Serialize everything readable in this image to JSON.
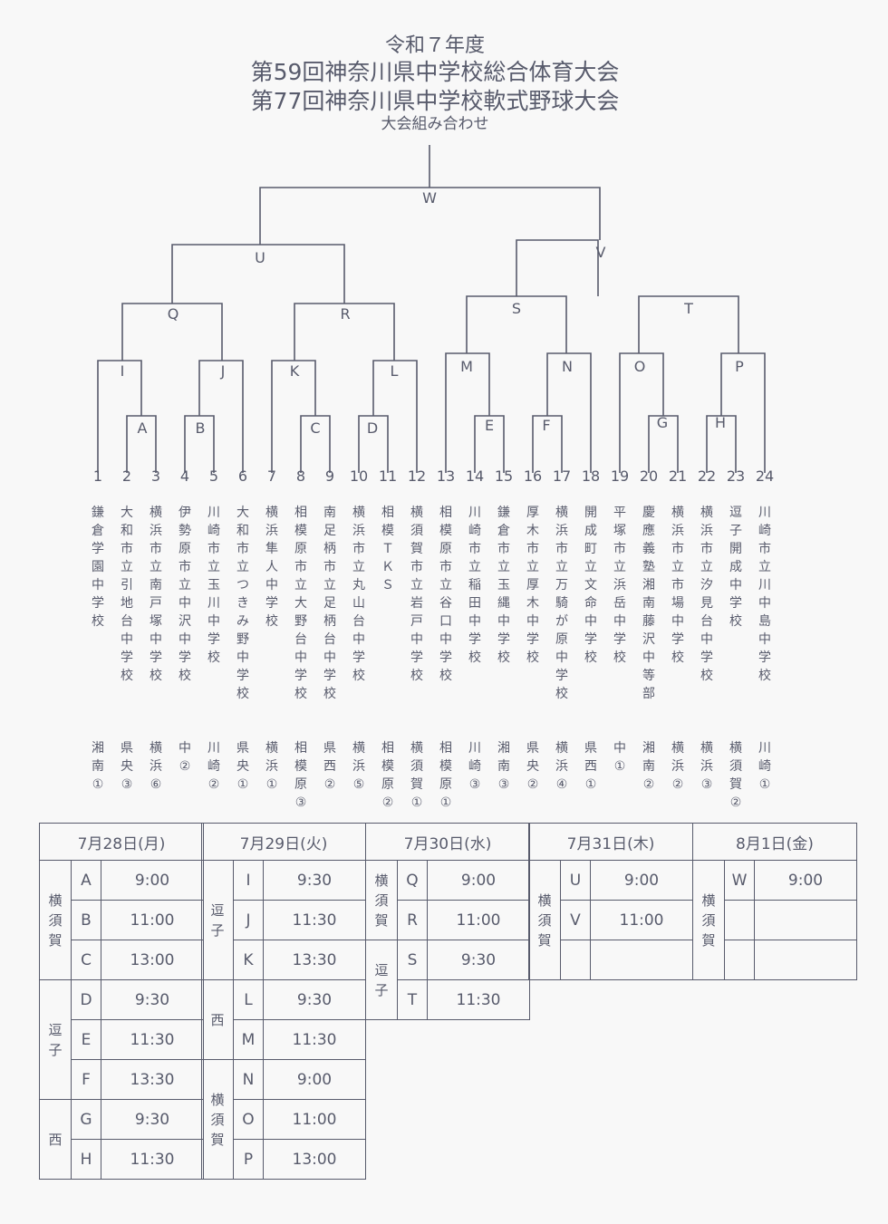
{
  "title_lines": [
    "令和７年度",
    "第59回神奈川県中学校総合体育大会",
    "第77回神奈川県中学校軟式野球大会",
    "大会組み合わせ"
  ],
  "bracket": {
    "labels": [
      "A",
      "B",
      "C",
      "D",
      "E",
      "F",
      "G",
      "H",
      "I",
      "J",
      "K",
      "L",
      "M",
      "N",
      "O",
      "P",
      "Q",
      "R",
      "S",
      "T",
      "U",
      "V",
      "W"
    ],
    "numbers": [
      "1",
      "2",
      "3",
      "4",
      "5",
      "6",
      "7",
      "8",
      "9",
      "10",
      "11",
      "12",
      "13",
      "14",
      "15",
      "16",
      "17",
      "18",
      "19",
      "20",
      "21",
      "22",
      "23",
      "24"
    ]
  },
  "teams": [
    {
      "school": "鎌倉学園中学校",
      "seed": "湘南①"
    },
    {
      "school": "大和市立引地台中学校",
      "seed": "県央③"
    },
    {
      "school": "横浜市立南戸塚中学校",
      "seed": "横浜⑥"
    },
    {
      "school": "伊勢原市立中沢中学校",
      "seed": "中②"
    },
    {
      "school": "川崎市立玉川中学校",
      "seed": "川崎②"
    },
    {
      "school": "大和市立つきみ野中学校",
      "seed": "県央①"
    },
    {
      "school": "横浜隼人中学校",
      "seed": "横浜①"
    },
    {
      "school": "相模原市立大野台中学校",
      "seed": "相模原③"
    },
    {
      "school": "南足柄市立足柄台中学校",
      "seed": "県西②"
    },
    {
      "school": "横浜市立丸山台中学校",
      "seed": "横浜⑤"
    },
    {
      "school": "相模ＴＫＳ",
      "seed": "相模原②"
    },
    {
      "school": "横須賀市立岩戸中学校",
      "seed": "横須賀①"
    },
    {
      "school": "相模原市立谷口中学校",
      "seed": "相模原①"
    },
    {
      "school": "川崎市立稲田中学校",
      "seed": "川崎③"
    },
    {
      "school": "鎌倉市立玉縄中学校",
      "seed": "湘南③"
    },
    {
      "school": "厚木市立厚木中学校",
      "seed": "県央②"
    },
    {
      "school": "横浜市立万騎が原中学校",
      "seed": "横浜④"
    },
    {
      "school": "開成町立文命中学校",
      "seed": "県西①"
    },
    {
      "school": "平塚市立浜岳中学校",
      "seed": "中①"
    },
    {
      "school": "慶應義塾湘南藤沢中等部",
      "seed": "湘南②"
    },
    {
      "school": "横浜市立市場中学校",
      "seed": "横浜②"
    },
    {
      "school": "横浜市立汐見台中学校",
      "seed": "横浜③"
    },
    {
      "school": "逗子開成中学校",
      "seed": "横須賀②"
    },
    {
      "school": "川崎市立川中島中学校",
      "seed": "川崎①"
    }
  ],
  "schedule": [
    {
      "date": "7月28日(月)",
      "blocks": [
        {
          "venue": "横須賀",
          "games": [
            [
              "A",
              "9:00"
            ],
            [
              "B",
              "11:00"
            ],
            [
              "C",
              "13:00"
            ]
          ]
        },
        {
          "venue": "逗子",
          "games": [
            [
              "D",
              "9:30"
            ],
            [
              "E",
              "11:30"
            ],
            [
              "F",
              "13:30"
            ]
          ]
        },
        {
          "venue": "西",
          "games": [
            [
              "G",
              "9:30"
            ],
            [
              "H",
              "11:30"
            ]
          ]
        }
      ]
    },
    {
      "date": "7月29日(火)",
      "blocks": [
        {
          "venue": "逗子",
          "games": [
            [
              "I",
              "9:30"
            ],
            [
              "J",
              "11:30"
            ],
            [
              "K",
              "13:30"
            ]
          ]
        },
        {
          "venue": "西",
          "games": [
            [
              "L",
              "9:30"
            ],
            [
              "M",
              "11:30"
            ]
          ]
        },
        {
          "venue": "横須賀",
          "games": [
            [
              "N",
              "9:00"
            ],
            [
              "O",
              "11:00"
            ],
            [
              "P",
              "13:00"
            ]
          ]
        }
      ]
    },
    {
      "date": "7月30日(水)",
      "blocks": [
        {
          "venue": "横須賀",
          "games": [
            [
              "Q",
              "9:00"
            ],
            [
              "R",
              "11:00"
            ]
          ]
        },
        {
          "venue": "逗子",
          "games": [
            [
              "S",
              "9:30"
            ],
            [
              "T",
              "11:30"
            ]
          ]
        }
      ]
    },
    {
      "date": "7月31日(木)",
      "blocks": [
        {
          "venue": "横須賀",
          "games": [
            [
              "U",
              "9:00"
            ],
            [
              "V",
              "11:00"
            ],
            [
              "",
              ""
            ]
          ]
        }
      ]
    },
    {
      "date": "8月1日(金)",
      "blocks": [
        {
          "venue": "横須賀",
          "games": [
            [
              "W",
              "9:00"
            ],
            [
              "",
              ""
            ],
            [
              "",
              ""
            ]
          ]
        }
      ]
    }
  ]
}
